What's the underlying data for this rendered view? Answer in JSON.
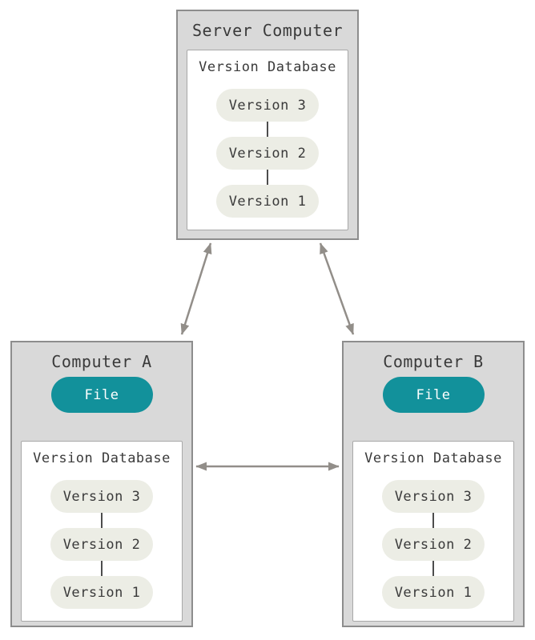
{
  "nodes": {
    "server": {
      "title": "Server Computer",
      "database_label": "Version Database",
      "versions": [
        "Version 3",
        "Version 2",
        "Version 1"
      ]
    },
    "computer_a": {
      "title": "Computer A",
      "file_label": "File",
      "database_label": "Version Database",
      "versions": [
        "Version 3",
        "Version 2",
        "Version 1"
      ]
    },
    "computer_b": {
      "title": "Computer B",
      "file_label": "File",
      "database_label": "Version Database",
      "versions": [
        "Version 3",
        "Version 2",
        "Version 1"
      ]
    }
  },
  "colors": {
    "background": "#ffffff",
    "node_fill": "#d9d9d9",
    "node_border": "#8d8d8d",
    "db_fill": "#ffffff",
    "db_border": "#a8a8a8",
    "version_pill_fill": "#ecede5",
    "file_pill_fill": "#12919b",
    "file_pill_text": "#ffffff",
    "text": "#3a3a3a",
    "arrow": "#928e89",
    "connector": "#4d4d4d"
  }
}
